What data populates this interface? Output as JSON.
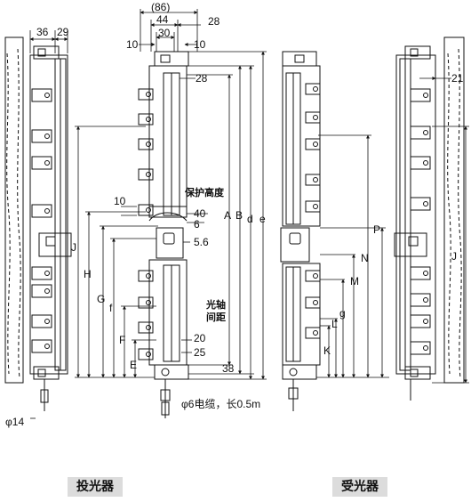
{
  "captions": {
    "emitter": "投光器",
    "receiver": "受光器"
  },
  "top_dims": {
    "overall_86": "(86)",
    "w44": "44",
    "w28": "28",
    "w30": "30",
    "w10_left": "10",
    "w10_right": "10",
    "w36": "36",
    "w29": "29"
  },
  "emitter_labels": {
    "d28": "28",
    "protect_height": "保护高度",
    "d10": "10",
    "d40": "40",
    "d6": "6",
    "d5_6": "5.6",
    "axis_pitch_line1": "光轴",
    "axis_pitch_line2": "间距",
    "d20": "20",
    "d25": "25",
    "d38": "38",
    "cable": "φ6电缆，长0.5m",
    "A": "A",
    "B": "B",
    "d": "d",
    "e": "e",
    "J": "J",
    "H": "H",
    "G": "G",
    "f": "f",
    "F": "F",
    "E": "E",
    "phi14": "φ14"
  },
  "receiver_labels": {
    "P": "P",
    "N": "N",
    "M": "M",
    "g": "g",
    "L": "L",
    "K": "K",
    "d21": "21",
    "J": "J"
  }
}
